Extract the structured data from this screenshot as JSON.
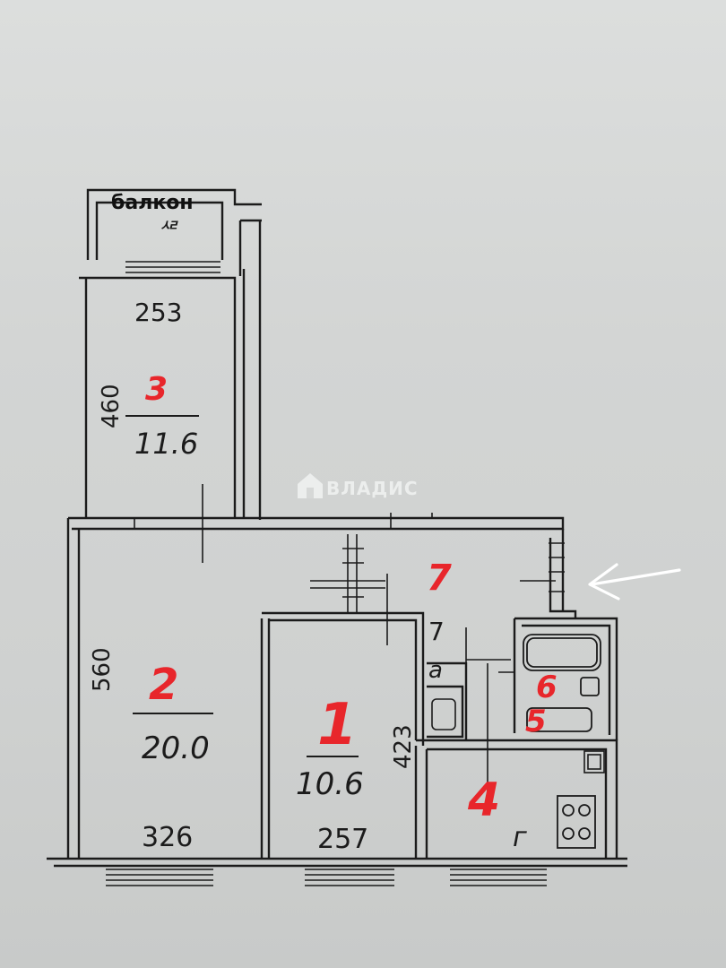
{
  "plan": {
    "balcony_label": "балкон",
    "balcony_mark": "ᄰ",
    "watermark": "ВЛАДИС",
    "rooms": [
      {
        "number": "3",
        "area": "11.6",
        "width": "253",
        "length": "460"
      },
      {
        "number": "2",
        "area": "20.0",
        "width": "326",
        "length": "560"
      },
      {
        "number": "1",
        "area": "10.6",
        "width": "257",
        "length": "423"
      },
      {
        "number": "4",
        "kitchen_mark": "г"
      },
      {
        "number": "5"
      },
      {
        "number": "6"
      },
      {
        "number": "7",
        "hall_marks": [
          "7",
          "а"
        ]
      }
    ],
    "colors": {
      "lines": "#1b1b1b",
      "room_numbers": "#e8262b",
      "arrow": "#ffffff"
    }
  }
}
